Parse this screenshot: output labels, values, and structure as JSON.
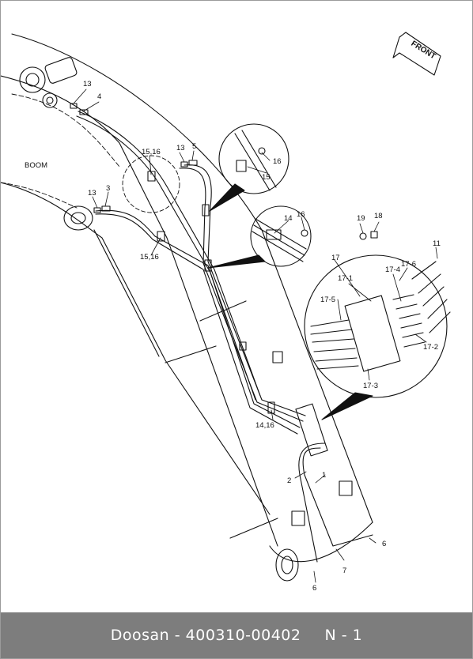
{
  "diagram": {
    "region_label": "BOOM",
    "front_label": "FRONT",
    "part_callouts": [
      {
        "id": "c-13a",
        "text": "13"
      },
      {
        "id": "c-4",
        "text": "4"
      },
      {
        "id": "c-15-16a",
        "text": "15,16"
      },
      {
        "id": "c-13b",
        "text": "13"
      },
      {
        "id": "c-5",
        "text": "5"
      },
      {
        "id": "c-16a",
        "text": "16"
      },
      {
        "id": "c-15",
        "text": "15"
      },
      {
        "id": "c-13c",
        "text": "13"
      },
      {
        "id": "c-3",
        "text": "3"
      },
      {
        "id": "c-14",
        "text": "14"
      },
      {
        "id": "c-16b",
        "text": "16"
      },
      {
        "id": "c-15-16b",
        "text": "15,16"
      },
      {
        "id": "c-19",
        "text": "19"
      },
      {
        "id": "c-18",
        "text": "18"
      },
      {
        "id": "c-11",
        "text": "11"
      },
      {
        "id": "c-17",
        "text": "17"
      },
      {
        "id": "c-17-6",
        "text": "17-6"
      },
      {
        "id": "c-17-1",
        "text": "17-1"
      },
      {
        "id": "c-17-4",
        "text": "17-4"
      },
      {
        "id": "c-17-5",
        "text": "17-5"
      },
      {
        "id": "c-17-2",
        "text": "17-2"
      },
      {
        "id": "c-17-3",
        "text": "17-3"
      },
      {
        "id": "c-14-16",
        "text": "14,16"
      },
      {
        "id": "c-2",
        "text": "2"
      },
      {
        "id": "c-1",
        "text": "1"
      },
      {
        "id": "c-6a",
        "text": "6"
      },
      {
        "id": "c-7",
        "text": "7"
      },
      {
        "id": "c-6b",
        "text": "6"
      }
    ]
  },
  "footer": {
    "brand": "Doosan",
    "separator": " - ",
    "part_number": "400310-00402",
    "page": "N - 1"
  }
}
